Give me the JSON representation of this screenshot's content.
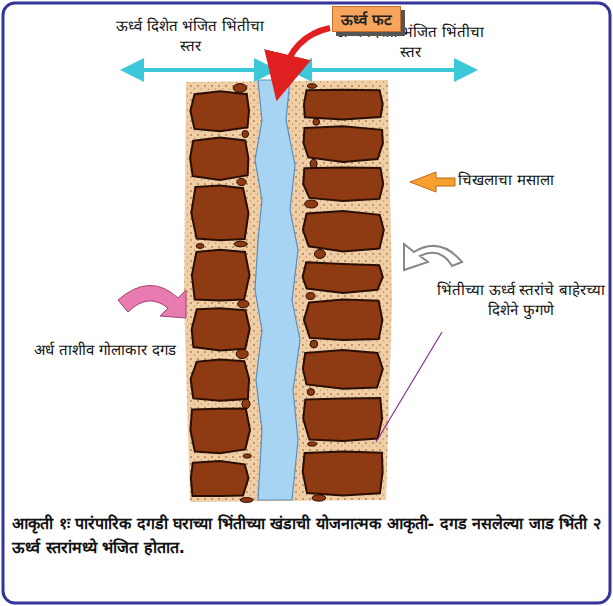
{
  "diagram": {
    "caption": "आकृती १ः पारंपारिक दगडी घराच्या भिंतीच्या खंडाची योजनात्मक आकृती- दगड नसलेल्या जाड भिंती २ ऊर्ध्व स्तरांमध्ये भंजित होतात.",
    "nodes": [
      {
        "text": [
          "ऊर्ध्व फट"
        ]
      }
    ],
    "labels": [
      "ऊर्ध्व दिशेत भंजित भिंतीचा स्तर",
      "ऊर्ध्व दिशेत भंजित भिंतीचा स्तर",
      "चिखलाचा मसाला",
      "भिंतीच्या ऊर्ध्व स्तरांचे बाहेरच्या दिशेने फुगणे",
      "अर्ध ताशीव गोलाकार दगड"
    ]
  }
}
